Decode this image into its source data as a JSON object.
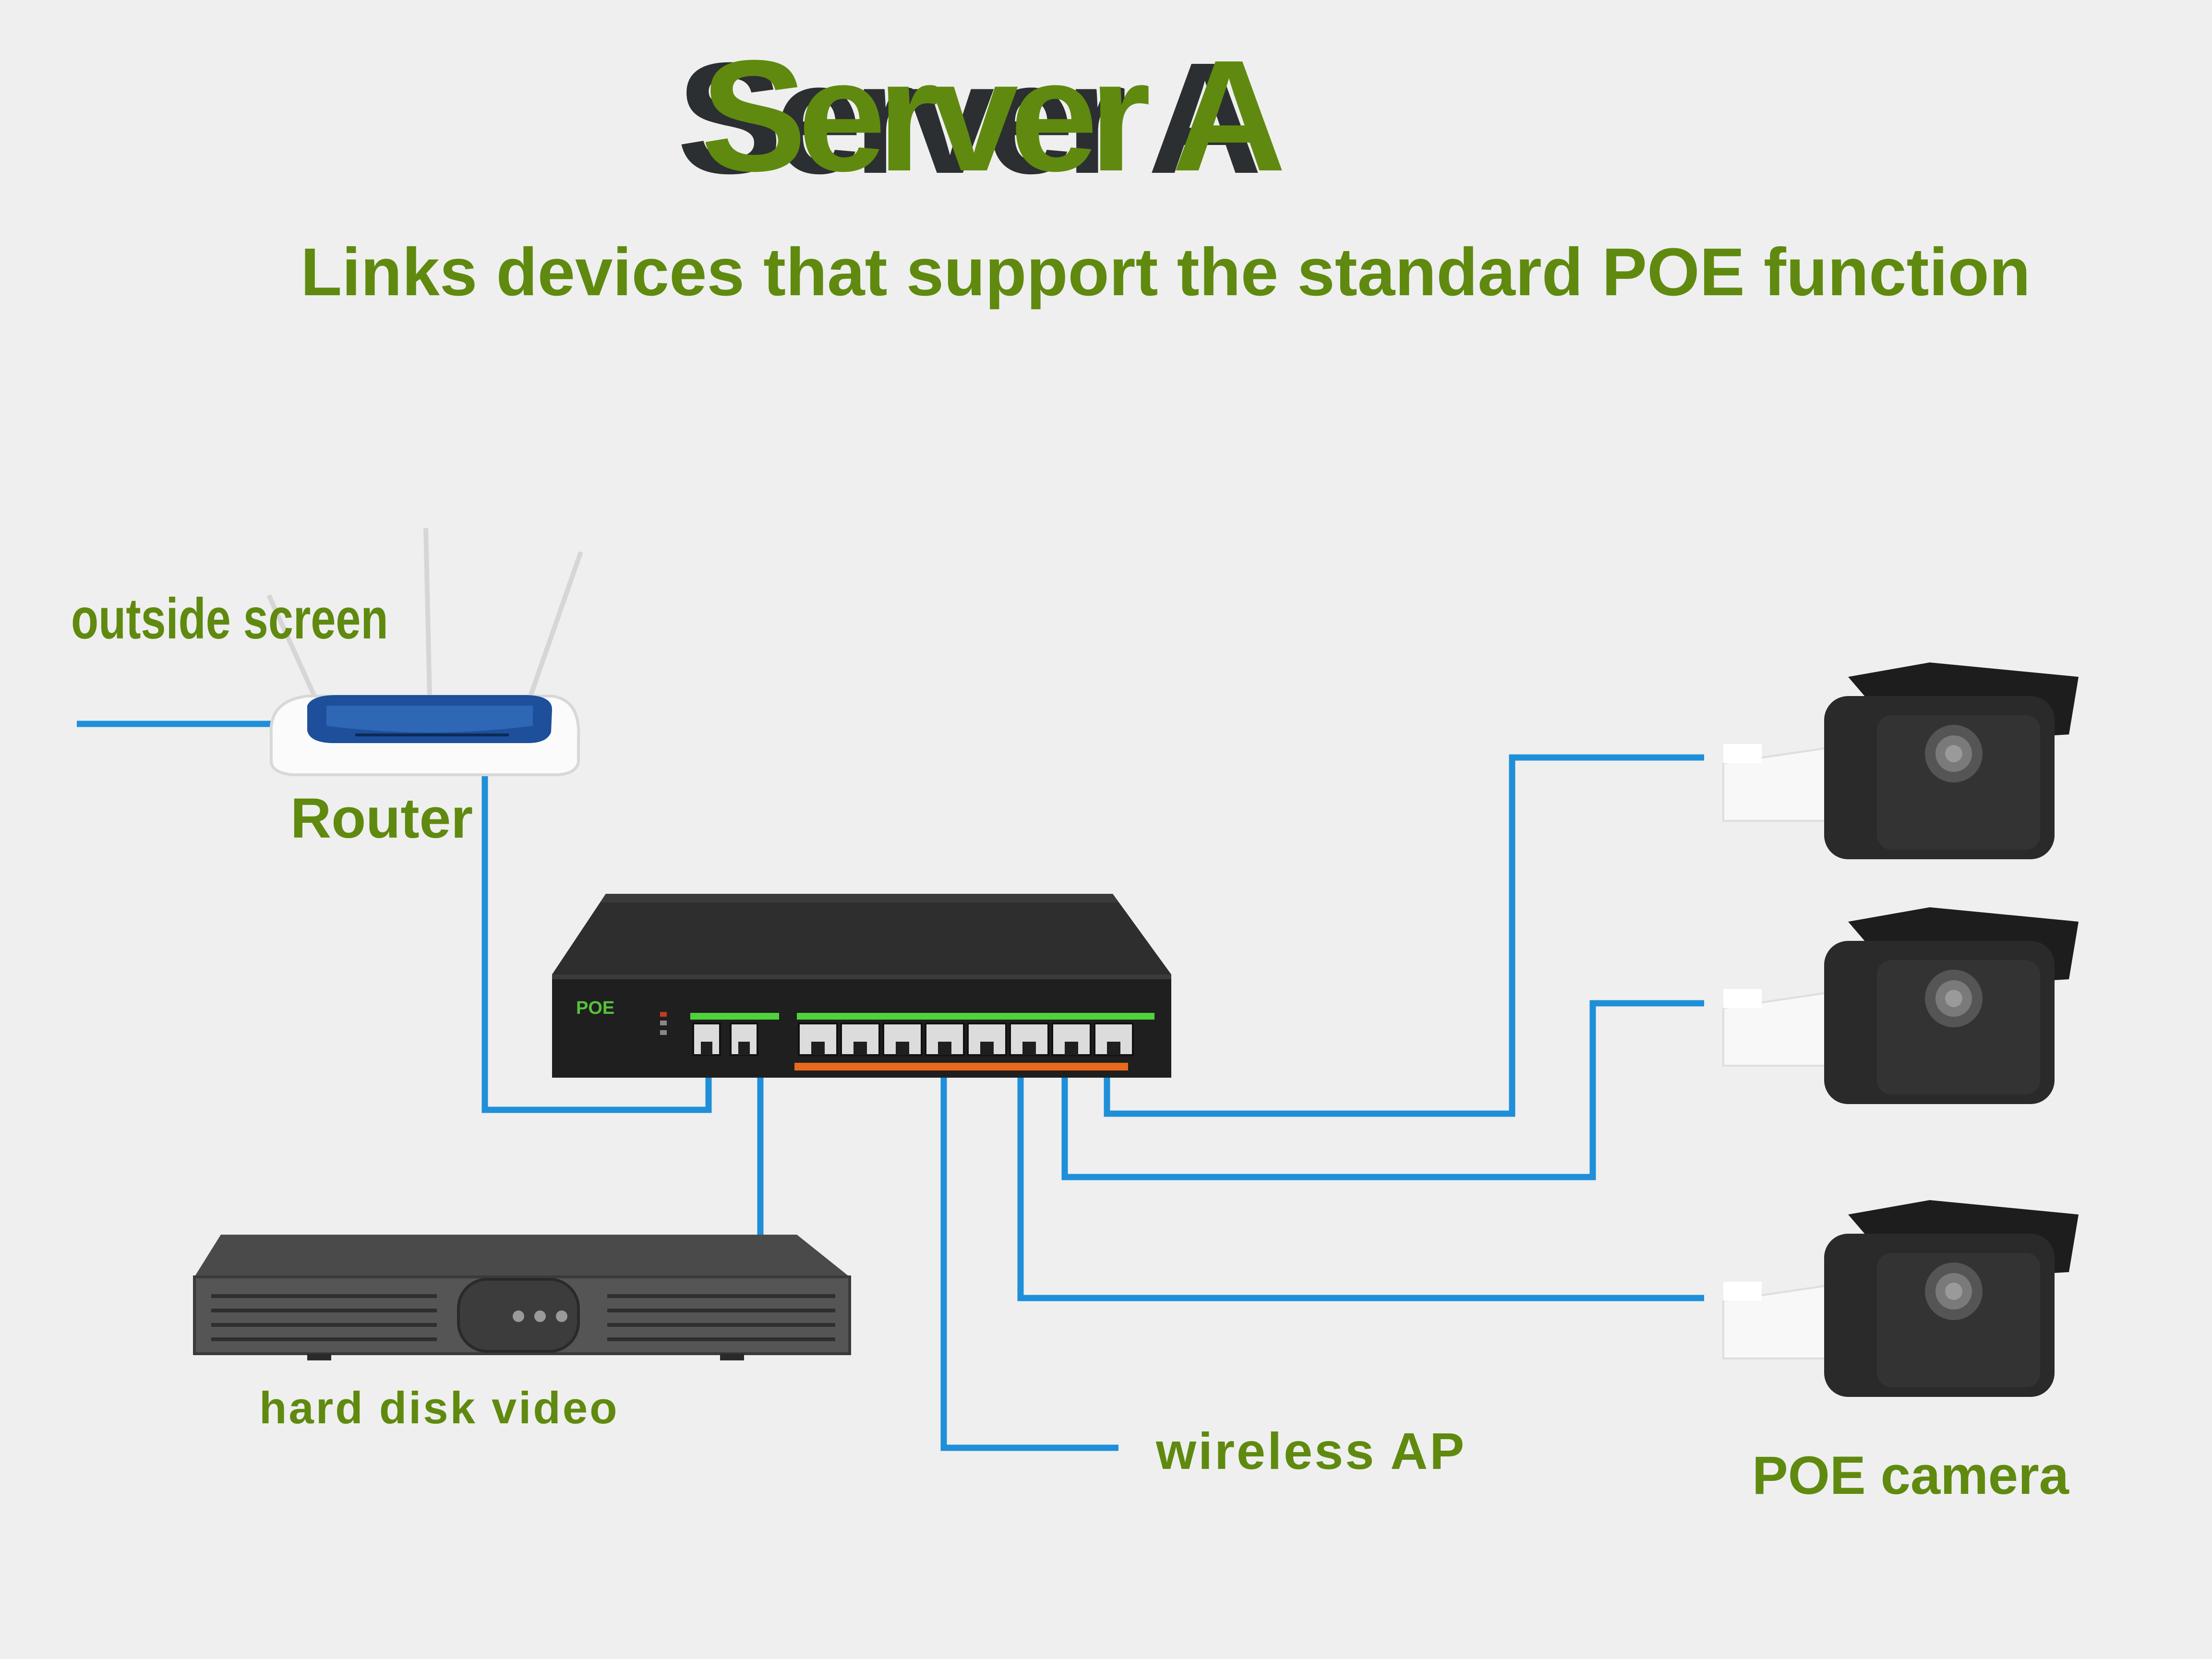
{
  "title": "Server A",
  "subtitle": "Links devices that support the standard POE function",
  "labels": {
    "outside_screen": "outside screen",
    "router": "Router",
    "hard_disk_video": "hard disk video",
    "wireless_ap": "wireless AP",
    "poe_camera": "POE camera"
  },
  "switch": {
    "brand": "POE"
  },
  "colors": {
    "background": "#efefef",
    "title_green": "#5f8a0f",
    "title_shadow": "#2b2f31",
    "cable_blue": "#1f8fd9",
    "device_dark": "#262626",
    "port_green": "#4fd23c",
    "port_orange": "#e86a1a"
  },
  "icons": [
    "router-icon",
    "poe-switch-icon",
    "dvr-icon",
    "camera-icon"
  ]
}
